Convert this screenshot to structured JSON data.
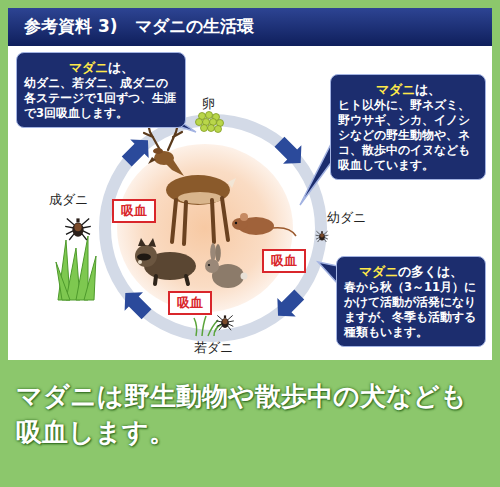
{
  "diagram": {
    "title": "参考資料 3)　マダニの生活環",
    "caption": "マダニは野生動物や散歩中の犬なども吸血します。",
    "nodes": [
      {
        "text": [
          "マダニ",
          "は、",
          "幼ダニ、若ダニ、成ダニの各ステージで1回ずつ、生涯で3回吸血します。"
        ]
      },
      {
        "text": [
          "マダニ",
          "は、",
          "ヒト以外に、野ネズミ、野ウサギ、シカ、イノシシなどの野生動物や、ネコ、散歩中のイヌなども吸血しています。"
        ]
      },
      {
        "text": [
          "吸血"
        ]
      },
      {
        "text": [
          "吸血"
        ]
      },
      {
        "text": [
          "マダニ",
          "の多くは、",
          "春から秋（3～11月）にかけて活動が活発になりますが、冬季も活動する種類もいます。"
        ]
      },
      {
        "text": [
          "吸血"
        ]
      }
    ],
    "labels": [
      "卵",
      "幼ダニ",
      "若ダニ",
      "成ダニ"
    ]
  }
}
